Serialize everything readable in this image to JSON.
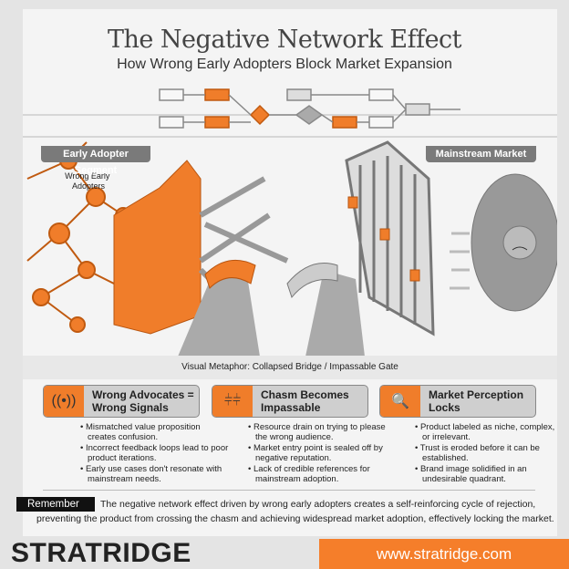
{
  "header": {
    "title": "The Negative Network Effect",
    "subtitle": "How Wrong Early Adopters Block Market Expansion"
  },
  "labels": {
    "left_segment": "Early Adopter Segment",
    "right_segment": "Mainstream Market",
    "callout": "Wrong Early Adopters",
    "caption": "Visual Metaphor: Collapsed Bridge / Impassable Gate"
  },
  "cards": [
    {
      "title": "Wrong Advocates = Wrong Signals",
      "icon": "signal-broadcast-icon",
      "bullets": [
        "Mismatched value proposition creates confusion.",
        "Incorrect feedback loops lead to poor product iterations.",
        "Early use cases don't resonate with mainstream needs."
      ]
    },
    {
      "title": "Chasm Becomes Impassable",
      "icon": "broken-bridge-icon",
      "bullets": [
        "Resource drain on trying to please the wrong audience.",
        "Market entry point is sealed off by negative reputation.",
        "Lack of credible references for mainstream adoption."
      ]
    },
    {
      "title": "Market Perception Locks",
      "icon": "padlock-magnifier-icon",
      "bullets": [
        "Product labeled as niche, complex, or irrelevant.",
        "Trust is eroded before it can be established.",
        "Brand image solidified in an undesirable quadrant."
      ]
    }
  ],
  "remember": {
    "label": "Remember",
    "text": "The negative network effect driven by wrong early adopters creates a self-reinforcing cycle of rejection, preventing the product from crossing the chasm and achieving widespread market adoption, effectively locking the market."
  },
  "footer": {
    "logo": "STRATRIDGE",
    "website": "www.stratridge.com"
  },
  "colors": {
    "accent": "#f07d2a",
    "dark": "#222222",
    "grey": "#7a7a7a"
  }
}
